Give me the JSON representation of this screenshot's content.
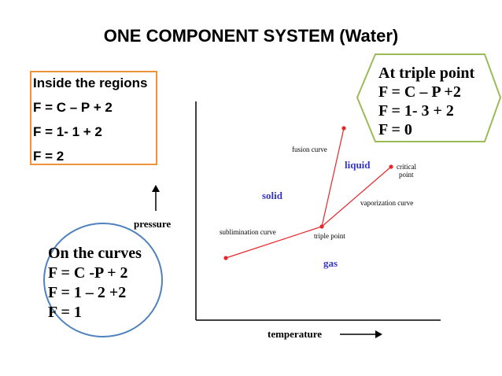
{
  "slide": {
    "title": "ONE COMPONENT SYSTEM (Water)",
    "regions_box": {
      "heading": "Inside the regions",
      "lines": [
        "F = C – P + 2",
        "F = 1- 1 + 2",
        "F = 2"
      ],
      "border_color": "#f0923a"
    },
    "triple_box": {
      "heading": "At triple point",
      "lines": [
        "F = C – P +2",
        "F = 1- 3 + 2",
        "F = 0"
      ],
      "border_color": "#9bbb59"
    },
    "curves_box": {
      "heading": "On the curves",
      "lines": [
        "F = C -P + 2",
        "F = 1 – 2 +2",
        "F = 1"
      ],
      "border_color": "#4f81bd"
    }
  },
  "diagram": {
    "y_axis_label": "pressure",
    "x_axis_label": "temperature",
    "region_labels": {
      "solid": "solid",
      "liquid": "liquid",
      "gas": "gas"
    },
    "curve_labels": {
      "fusion": "fusion curve",
      "vaporization": "vaporization curve",
      "sublimination": "sublimination curve"
    },
    "point_labels": {
      "triple_point": "triple point",
      "critical_line1": "critical",
      "critical_line2": "point"
    },
    "colors": {
      "curve": "#e8262a",
      "region_label": "#3535c8",
      "axis": "#000000"
    }
  }
}
